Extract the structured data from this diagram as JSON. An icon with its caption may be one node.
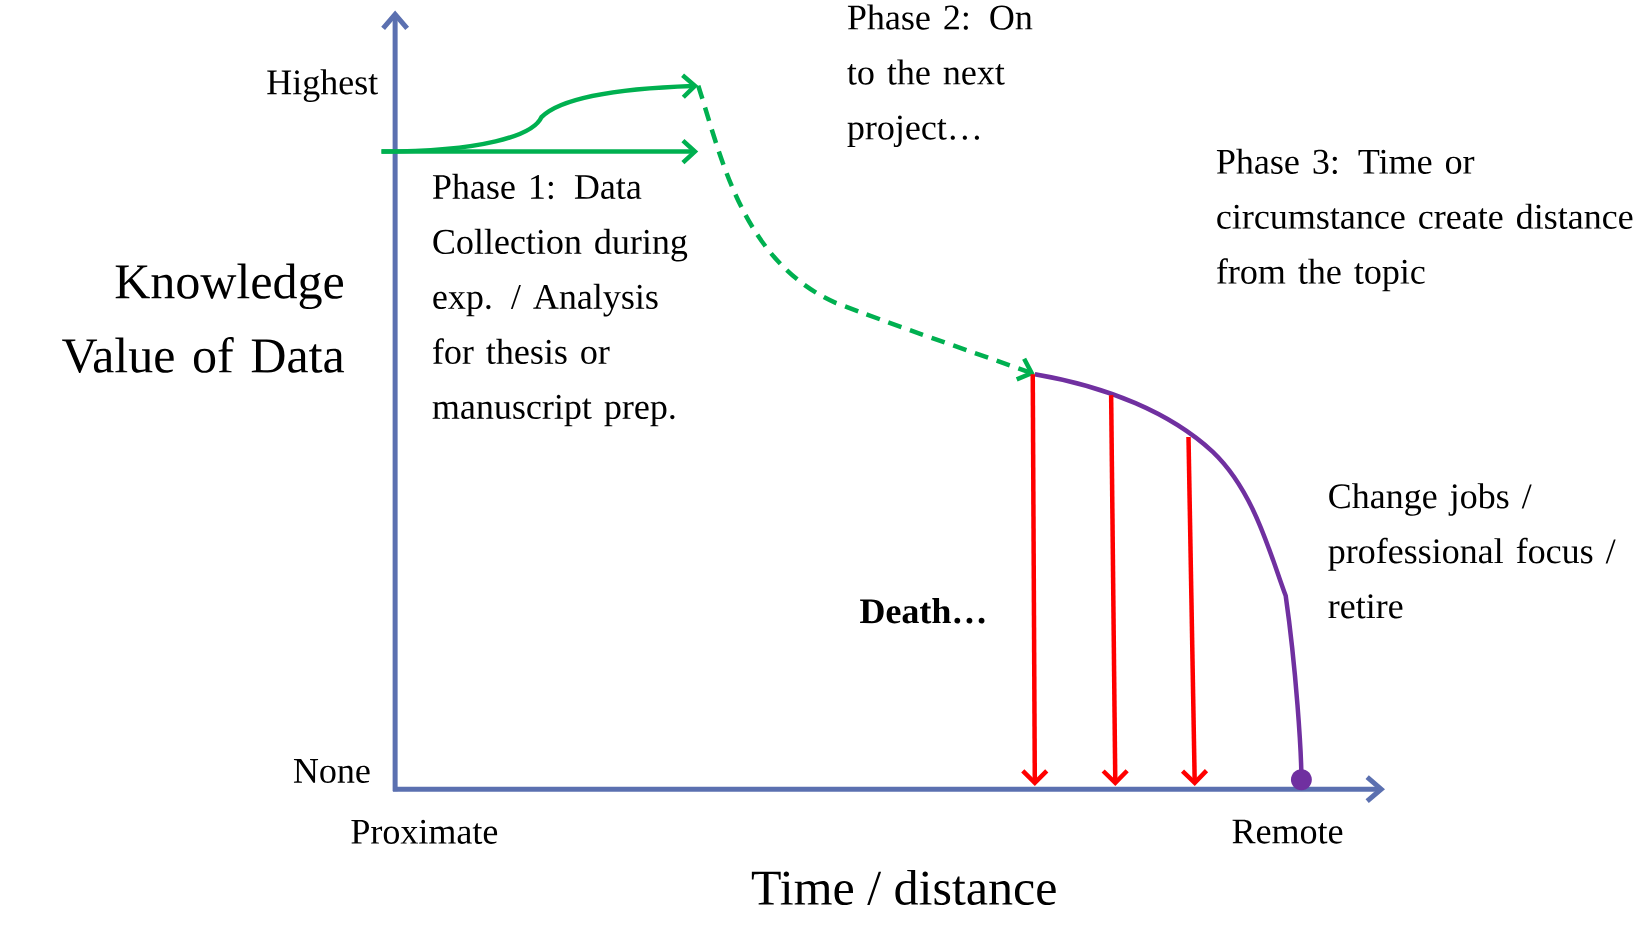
{
  "diagram": {
    "labels": [
      "Highest",
      "Knowledge Value of Data",
      "None",
      "Proximate",
      "Remote",
      "Time / distance",
      "Phase 1: Data Collection during exp. / Analysis for thesis or manuscript prep.",
      "Phase 2: On to the next project…",
      "Phase 3: Time or circumstance create distance from the topic",
      "**Death…**",
      "Change jobs / professional focus / retire"
    ]
  }
}
